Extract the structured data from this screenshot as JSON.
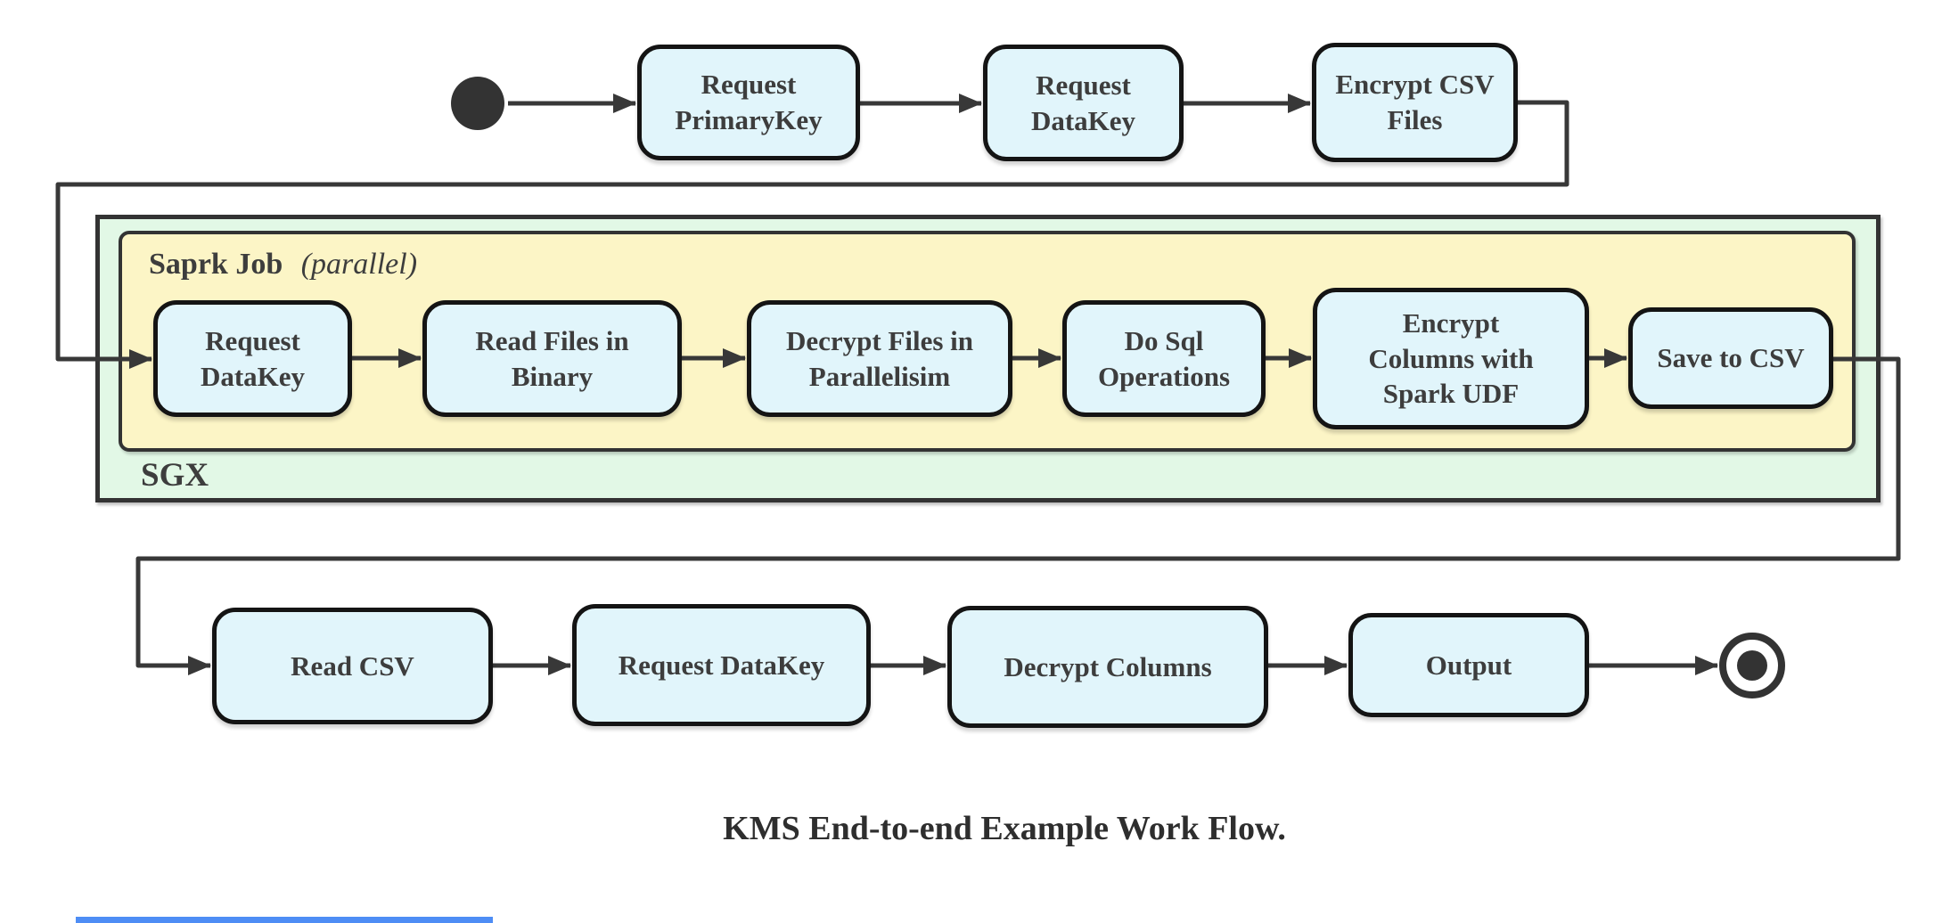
{
  "caption": "KMS End-to-end Example Work Flow.",
  "containers": {
    "sgx_label": "SGX",
    "spark_label": "Saprk Job",
    "spark_label_suffix": "(parallel)"
  },
  "nodes": {
    "top": [
      {
        "label": "Request PrimaryKey"
      },
      {
        "label": "Request DataKey"
      },
      {
        "label": "Encrypt CSV Files"
      }
    ],
    "sgx": [
      {
        "label": "Request DataKey"
      },
      {
        "label": "Read Files in Binary"
      },
      {
        "label": "Decrypt Files in Parallelisim"
      },
      {
        "label": "Do Sql Operations"
      },
      {
        "label": "Encrypt Columns with Spark UDF"
      },
      {
        "label": "Save to CSV"
      }
    ],
    "bottom": [
      {
        "label": "Read CSV"
      },
      {
        "label": "Request DataKey"
      },
      {
        "label": "Decrypt Columns"
      },
      {
        "label": "Output"
      }
    ]
  },
  "edges": [
    "start -> Request PrimaryKey",
    "Request PrimaryKey -> Request DataKey",
    "Request DataKey -> Encrypt CSV Files",
    "Encrypt CSV Files -> SGX/Request DataKey",
    "Request DataKey -> Read Files in Binary",
    "Read Files in Binary -> Decrypt Files in Parallelisim",
    "Decrypt Files in Parallelisim -> Do Sql Operations",
    "Do Sql Operations -> Encrypt Columns with Spark UDF",
    "Encrypt Columns with Spark UDF -> Save to CSV",
    "Save to CSV -> Read CSV",
    "Read CSV -> Request DataKey",
    "Request DataKey -> Decrypt Columns",
    "Decrypt Columns -> Output",
    "Output -> end"
  ],
  "colors": {
    "node_fill": "#e1f5fb",
    "node_border": "#141414",
    "line": "#383838",
    "text": "#3d3d3d",
    "sgx_fill": "#e2f8e6",
    "spark_fill": "#fcf5c6",
    "container_border": "#333333",
    "footer_bar": "#4e8df5"
  }
}
